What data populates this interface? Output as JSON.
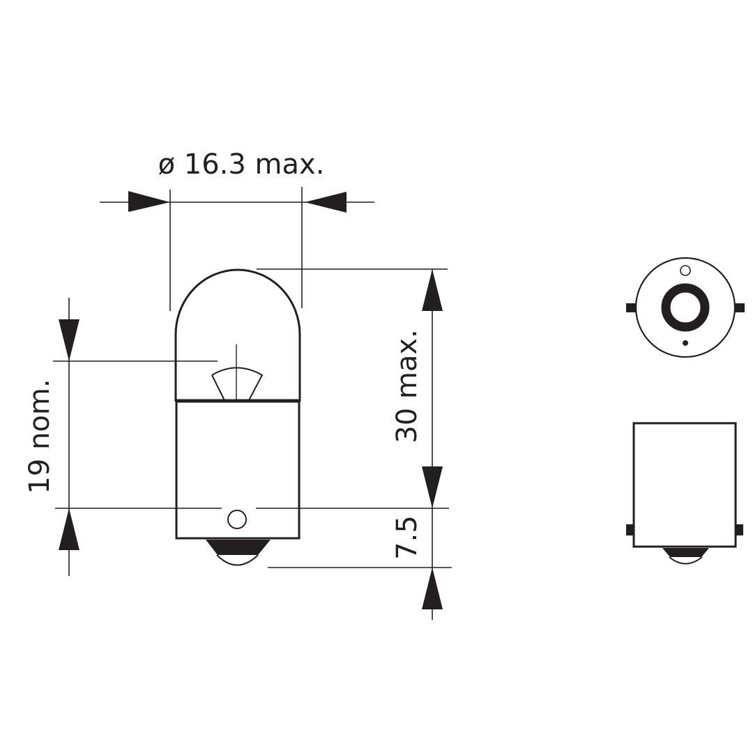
{
  "drawing": {
    "type": "technical dimension drawing",
    "subject": "miniature bayonet-base bulb (side view, base bottom view, base side view)",
    "colors": {
      "line": "#231f20",
      "background": "#ffffff"
    }
  },
  "dimensions": {
    "diameter": {
      "label": "ø 16.3 max.",
      "value": 16.3,
      "qualifier": "max."
    },
    "overall_length": {
      "label": "30 max.",
      "value": 30,
      "qualifier": "max."
    },
    "light_center": {
      "label": "19 nom.",
      "value": 19,
      "qualifier": "nom."
    },
    "contact_length": {
      "label": "7.5",
      "value": 7.5
    }
  },
  "views": [
    {
      "name": "side-view",
      "parts": [
        "glass bulb",
        "filament",
        "metal base",
        "bayonet pin",
        "solder contact"
      ]
    },
    {
      "name": "bottom-view",
      "parts": [
        "base outline",
        "bayonet pins",
        "contact ring",
        "pin hole",
        "center dot"
      ]
    },
    {
      "name": "base-side-view",
      "parts": [
        "base outline",
        "bayonet pins",
        "solder contact"
      ]
    }
  ]
}
